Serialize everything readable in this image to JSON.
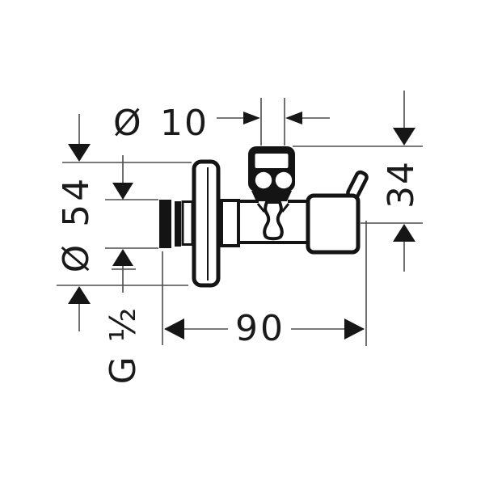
{
  "drawing": {
    "colors": {
      "background": "#ffffff",
      "dimension_line": "#4d4d4d",
      "outline_ink": "#141414",
      "text": "#1a1a1a"
    },
    "dimensions": {
      "stem_diameter": {
        "symbol": "Ø",
        "value": "10"
      },
      "flange_diameter": {
        "label": "Ø 54"
      },
      "height": {
        "label": "34"
      },
      "projection": {
        "label": "90"
      },
      "thread": {
        "label": "G ½"
      }
    }
  }
}
